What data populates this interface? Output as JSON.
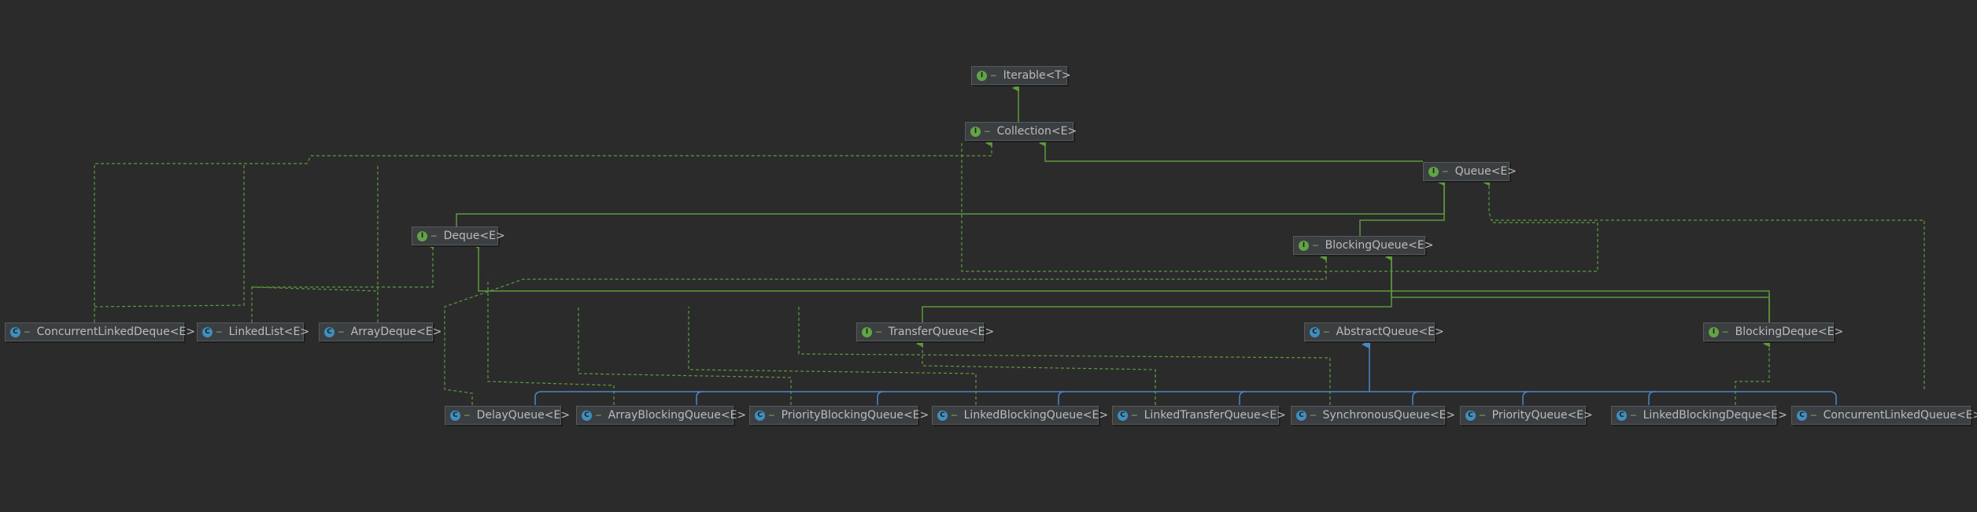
{
  "diagram": {
    "colors": {
      "background": "#2b2b2b",
      "extends": "#5d9a3c",
      "implements": "#5d9a3c",
      "class_extends": "#4a88c7",
      "node_fill": "#3c3f41",
      "text": "#bbbbbb"
    },
    "nodes": {
      "iterable": {
        "label": "Iterable<T>",
        "kind": "interface",
        "icon": "interface-icon"
      },
      "collection": {
        "label": "Collection<E>",
        "kind": "interface",
        "icon": "interface-icon"
      },
      "queue": {
        "label": "Queue<E>",
        "kind": "interface",
        "icon": "interface-icon"
      },
      "deque": {
        "label": "Deque<E>",
        "kind": "interface",
        "icon": "interface-icon"
      },
      "blockingqueue": {
        "label": "BlockingQueue<E>",
        "kind": "interface",
        "icon": "interface-icon"
      },
      "concurrentlinkeddeque": {
        "label": "ConcurrentLinkedDeque<E>",
        "kind": "class",
        "icon": "class-icon"
      },
      "linkedlist": {
        "label": "LinkedList<E>",
        "kind": "class",
        "icon": "class-icon"
      },
      "arraydeque": {
        "label": "ArrayDeque<E>",
        "kind": "class",
        "icon": "class-icon"
      },
      "transferqueue": {
        "label": "TransferQueue<E>",
        "kind": "interface",
        "icon": "interface-icon"
      },
      "abstractqueue": {
        "label": "AbstractQueue<E>",
        "kind": "abstract-class",
        "icon": "abstract-class-icon"
      },
      "blockingdeque": {
        "label": "BlockingDeque<E>",
        "kind": "interface",
        "icon": "interface-icon"
      },
      "delayqueue": {
        "label": "DelayQueue<E>",
        "kind": "class",
        "icon": "class-icon"
      },
      "arrayblockingqueue": {
        "label": "ArrayBlockingQueue<E>",
        "kind": "class",
        "icon": "class-icon"
      },
      "priorityblockingqueue": {
        "label": "PriorityBlockingQueue<E>",
        "kind": "class",
        "icon": "class-icon"
      },
      "linkedblockingqueue": {
        "label": "LinkedBlockingQueue<E>",
        "kind": "class",
        "icon": "class-icon"
      },
      "linkedtransferqueue": {
        "label": "LinkedTransferQueue<E>",
        "kind": "class",
        "icon": "class-icon"
      },
      "synchronousqueue": {
        "label": "SynchronousQueue<E>",
        "kind": "class",
        "icon": "class-icon"
      },
      "priorityqueue": {
        "label": "PriorityQueue<E>",
        "kind": "class",
        "icon": "class-icon"
      },
      "linkedblockingdeque": {
        "label": "LinkedBlockingDeque<E>",
        "kind": "class",
        "icon": "class-icon"
      },
      "concurrentlinkedqueue": {
        "label": "ConcurrentLinkedQueue<E>",
        "kind": "class",
        "icon": "class-icon"
      }
    },
    "edges": [
      {
        "from": "collection",
        "to": "iterable",
        "type": "extends"
      },
      {
        "from": "queue",
        "to": "collection",
        "type": "extends"
      },
      {
        "from": "deque",
        "to": "queue",
        "type": "extends"
      },
      {
        "from": "blockingqueue",
        "to": "queue",
        "type": "extends"
      },
      {
        "from": "transferqueue",
        "to": "blockingqueue",
        "type": "extends"
      },
      {
        "from": "blockingdeque",
        "to": "blockingqueue",
        "type": "extends"
      },
      {
        "from": "blockingdeque",
        "to": "deque",
        "type": "extends"
      },
      {
        "from": "concurrentlinkeddeque",
        "to": "collection",
        "type": "implements"
      },
      {
        "from": "linkedlist",
        "to": "deque",
        "type": "implements"
      },
      {
        "from": "arraydeque",
        "to": "deque",
        "type": "implements"
      },
      {
        "from": "linkedtransferqueue",
        "to": "transferqueue",
        "type": "implements"
      },
      {
        "from": "linkedblockingdeque",
        "to": "blockingdeque",
        "type": "implements"
      },
      {
        "from": "concurrentlinkedqueue",
        "to": "queue",
        "type": "implements"
      },
      {
        "from": "delayqueue",
        "to": "abstractqueue",
        "type": "class_extends"
      },
      {
        "from": "arrayblockingqueue",
        "to": "abstractqueue",
        "type": "class_extends"
      },
      {
        "from": "priorityblockingqueue",
        "to": "abstractqueue",
        "type": "class_extends"
      },
      {
        "from": "linkedblockingqueue",
        "to": "abstractqueue",
        "type": "class_extends"
      },
      {
        "from": "linkedtransferqueue",
        "to": "abstractqueue",
        "type": "class_extends"
      },
      {
        "from": "synchronousqueue",
        "to": "abstractqueue",
        "type": "class_extends"
      },
      {
        "from": "priorityqueue",
        "to": "abstractqueue",
        "type": "class_extends"
      },
      {
        "from": "linkedblockingdeque",
        "to": "abstractqueue",
        "type": "class_extends"
      },
      {
        "from": "concurrentlinkedqueue",
        "to": "abstractqueue",
        "type": "class_extends"
      },
      {
        "from": "delayqueue",
        "to": "blockingqueue",
        "type": "implements"
      },
      {
        "from": "arrayblockingqueue",
        "to": "blockingqueue",
        "type": "implements"
      },
      {
        "from": "priorityblockingqueue",
        "to": "blockingqueue",
        "type": "implements"
      },
      {
        "from": "linkedblockingqueue",
        "to": "blockingqueue",
        "type": "implements"
      },
      {
        "from": "synchronousqueue",
        "to": "blockingqueue",
        "type": "implements"
      }
    ]
  }
}
